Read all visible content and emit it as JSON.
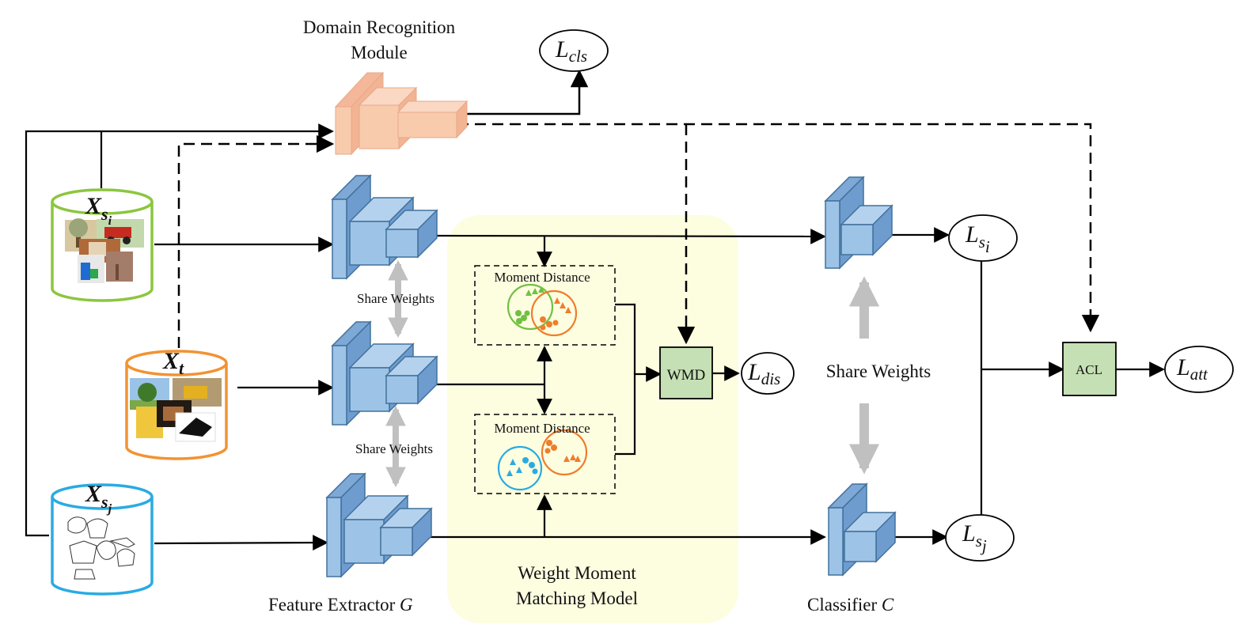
{
  "labels": {
    "domain_module_line1": "Domain Recognition",
    "domain_module_line2": "Module",
    "feature_extractor": "Feature Extractor",
    "feature_extractor_var": "G",
    "classifier": "Classifier",
    "classifier_var": "C",
    "share_weights_1": "Share Weights",
    "share_weights_2": "Share Weights",
    "share_weights_3": "Share Weights",
    "moment_distance_1": "Moment Distance",
    "moment_distance_2": "Moment Distance",
    "wmm_line1": "Weight Moment",
    "wmm_line2": "Matching Model",
    "wmd": "WMD",
    "acl": "ACL"
  },
  "datasets": {
    "src_i": {
      "symbol": "X",
      "sub": "s",
      "subsub": "i",
      "color": "#8cc63f"
    },
    "target": {
      "symbol": "X",
      "sub": "t",
      "color": "#f29333"
    },
    "src_j": {
      "symbol": "X",
      "sub": "s",
      "subsub": "j",
      "color": "#29abe2"
    }
  },
  "losses": {
    "cls": {
      "main": "L",
      "sub": "cls"
    },
    "dis": {
      "main": "L",
      "sub": "dis"
    },
    "si": {
      "main": "L",
      "sub": "s",
      "subsub": "i"
    },
    "sj": {
      "main": "L",
      "sub": "s",
      "subsub": "j"
    },
    "att": {
      "main": "L",
      "sub": "att"
    }
  },
  "colors": {
    "cube_face": "#9dc3e6",
    "cube_side": "#6f9ccf",
    "cube_stroke": "#41719c",
    "domain_cube": "#f8cbad",
    "wmm_bg": "#fdfde0",
    "box_green": "#c5e0b4",
    "share_arrow": "#c0c0c0"
  }
}
